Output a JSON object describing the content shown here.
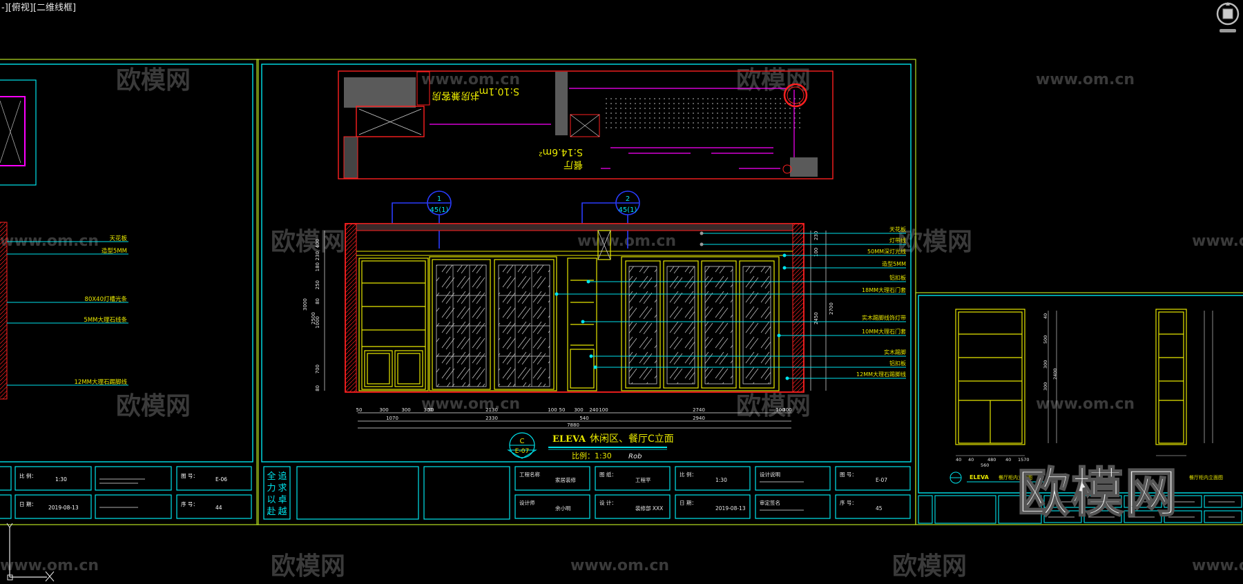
{
  "viewport": {
    "label": "-][俯视][二维线框]"
  },
  "watermarks": {
    "brand_cn": "欧模网",
    "brand_url": "www.om.cn",
    "big_logo": "欧模网"
  },
  "left_sheet": {
    "labels": [
      "天花板",
      "造型5MM",
      "80X40灯槽光条",
      "5MM大理石线条",
      "12MM大理石踢脚线"
    ],
    "title_block": {
      "ratio_label": "比 例：",
      "ratio_value": "1:30",
      "sheet_no_label": "图 号：",
      "sheet_no": "E-06",
      "date_label": "日 期：",
      "date_value": "2019-08-13",
      "seq_label": "序 号：",
      "seq_value": "44"
    }
  },
  "main_sheet": {
    "plan_labels": [
      {
        "text": "书房兼客房",
        "area": "S:10.1m²"
      },
      {
        "text": "餐厅",
        "area": "S:14.6m²"
      }
    ],
    "section_markers": [
      {
        "num": "1",
        "ref": "45(1)"
      },
      {
        "num": "2",
        "ref": "45(1)"
      }
    ],
    "right_labels": [
      "天花板",
      "灯带线",
      "50MM深灯光线",
      "造型5MM",
      "铝扣板",
      "18MM大理石门套",
      "实木踢脚线饰灯带",
      "10MM大理石门套",
      "实木踢脚",
      "铝扣板",
      "12MM大理石踢脚线"
    ],
    "dims_left": [
      "400",
      "230",
      "180",
      "250",
      "80",
      "1000",
      "700",
      "80"
    ],
    "dims_left_total": [
      "3000",
      "2500"
    ],
    "dims_right": [
      "230",
      "100",
      "2450",
      "2700"
    ],
    "dims_bottom_row1": [
      "50",
      "300",
      "300",
      "300",
      "50",
      "2130",
      "100",
      "50",
      "300",
      "240",
      "100",
      "2740",
      "100",
      "300"
    ],
    "dims_bottom_row2": [
      "1070",
      "2330",
      "540",
      "2940"
    ],
    "dims_bottom_total": "7880",
    "title": {
      "marker_top": "C",
      "marker_bottom": "E-07",
      "eleva": "ELEVA",
      "text": "休闲区、餐厅C立面",
      "scale_label": "比例：1:30",
      "script": "Rob"
    },
    "motto": [
      "全",
      "力",
      "以",
      "赴",
      "追",
      "求",
      "卓",
      "越"
    ],
    "title_block": {
      "row1": [
        {
          "label": "工程名称",
          "value": "家居装修"
        },
        {
          "label": "图 纸：",
          "value": "工程平"
        },
        {
          "label": "比 例：",
          "value": "1:30"
        },
        {
          "label": "设计说明",
          "value": ""
        },
        {
          "label": "图 号：",
          "value": "E-07"
        }
      ],
      "row2": [
        {
          "label": "设计师",
          "value": "余小明"
        },
        {
          "label": "设 计：",
          "value": "装修部 ХХХ"
        },
        {
          "label": "日 期：",
          "value": "2019-08-13"
        },
        {
          "label": "审定签名",
          "value": ""
        },
        {
          "label": "序 号：",
          "value": "45"
        }
      ]
    }
  },
  "right_sheet": {
    "dims": [
      "2400",
      "40",
      "500",
      "300",
      "300",
      "40",
      "40",
      "480",
      "40",
      "1570",
      "560"
    ],
    "title": {
      "eleva": "ELEVA",
      "text": "餐厅柜内立面图"
    }
  },
  "colors": {
    "cyan": "#00e5ee",
    "yellow": "#e8e800",
    "red": "#ff2020",
    "magenta": "#ff00ff",
    "blue": "#2a3cff",
    "gray": "#6b6b6b"
  },
  "icons": {
    "nav": "view-cube-icon",
    "ucs": "ucs-axis-icon"
  }
}
